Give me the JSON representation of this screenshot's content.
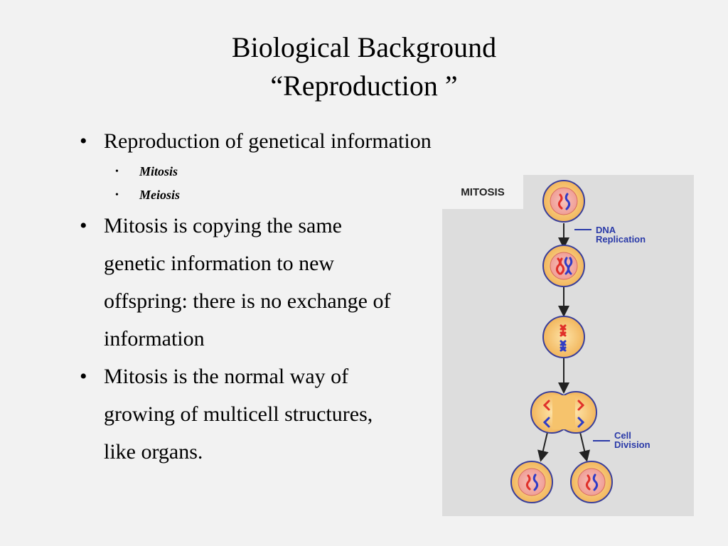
{
  "slide": {
    "title_line1": "Biological Background",
    "title_line2": "“Reproduction ”"
  },
  "bullets": [
    {
      "text": "Reproduction of genetical information",
      "sub": [
        "Mitosis",
        "Meiosis"
      ]
    },
    {
      "text": "Mitosis is copying the same genetic information to new offspring: there is no exchange of information"
    },
    {
      "text": "Mitosis is the normal way of growing of multicell structures, like organs."
    }
  ],
  "figure": {
    "label": "MITOSIS",
    "annotations": {
      "dna_line1": "DNA",
      "dna_line2": "Replication",
      "cell_line1": "Cell",
      "cell_line2": "Division"
    },
    "colors": {
      "panel": "#dddddd",
      "cell_fill": "#f5c36b",
      "cell_outline": "#3a3f9a",
      "nucleus": "#f2a7a0",
      "chromosome_red": "#e0302a",
      "chromosome_blue": "#2f3cc6",
      "note_text": "#2a3aa8"
    }
  }
}
